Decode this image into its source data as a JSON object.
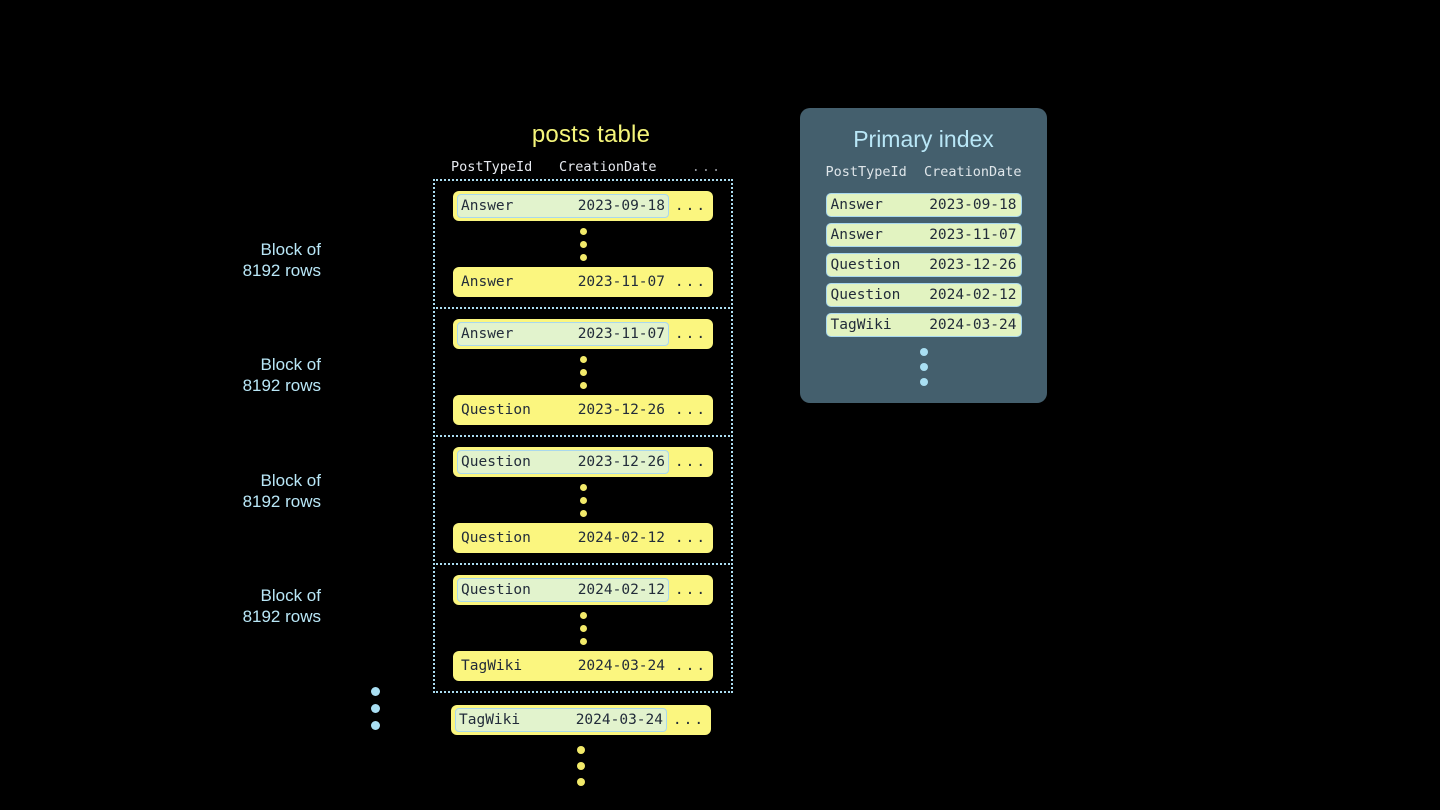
{
  "posts_table": {
    "title": "posts table",
    "columns": [
      "PostTypeId",
      "CreationDate",
      "..."
    ],
    "row_ellipsis": "...",
    "blocks": [
      {
        "label_line1": "Block of",
        "label_line2": "8192 rows",
        "first_row": {
          "post_type_id": "Answer",
          "creation_date": "2023-09-18",
          "highlighted": true
        },
        "last_row": {
          "post_type_id": "Answer",
          "creation_date": "2023-11-07",
          "highlighted": false
        }
      },
      {
        "label_line1": "Block of",
        "label_line2": "8192 rows",
        "first_row": {
          "post_type_id": "Answer",
          "creation_date": "2023-11-07",
          "highlighted": true
        },
        "last_row": {
          "post_type_id": "Question",
          "creation_date": "2023-12-26",
          "highlighted": false
        }
      },
      {
        "label_line1": "Block of",
        "label_line2": "8192 rows",
        "first_row": {
          "post_type_id": "Question",
          "creation_date": "2023-12-26",
          "highlighted": true
        },
        "last_row": {
          "post_type_id": "Question",
          "creation_date": "2024-02-12",
          "highlighted": false
        }
      },
      {
        "label_line1": "Block of",
        "label_line2": "8192 rows",
        "first_row": {
          "post_type_id": "Question",
          "creation_date": "2024-02-12",
          "highlighted": true
        },
        "last_row": {
          "post_type_id": "TagWiki",
          "creation_date": "2024-03-24",
          "highlighted": false
        }
      }
    ],
    "trailing_row": {
      "post_type_id": "TagWiki",
      "creation_date": "2024-03-24",
      "highlighted": true
    }
  },
  "primary_index": {
    "title": "Primary index",
    "columns": [
      "PostTypeId",
      "CreationDate"
    ],
    "rows": [
      {
        "post_type_id": "Answer",
        "creation_date": "2023-09-18"
      },
      {
        "post_type_id": "Answer",
        "creation_date": "2023-11-07"
      },
      {
        "post_type_id": "Question",
        "creation_date": "2023-12-26"
      },
      {
        "post_type_id": "Question",
        "creation_date": "2024-02-12"
      },
      {
        "post_type_id": "TagWiki",
        "creation_date": "2024-03-24"
      }
    ]
  },
  "colors": {
    "background": "#000000",
    "row_yellow": "#fbf67f",
    "highlight_green": "#e2f3cd",
    "highlight_border": "#a9d8ee",
    "block_border": "#aadcf0",
    "panel_slate": "#445f6d",
    "accent_blue": "#b9e7f7",
    "title_yellow": "#f5f57a",
    "text_dark": "#222c3a"
  }
}
